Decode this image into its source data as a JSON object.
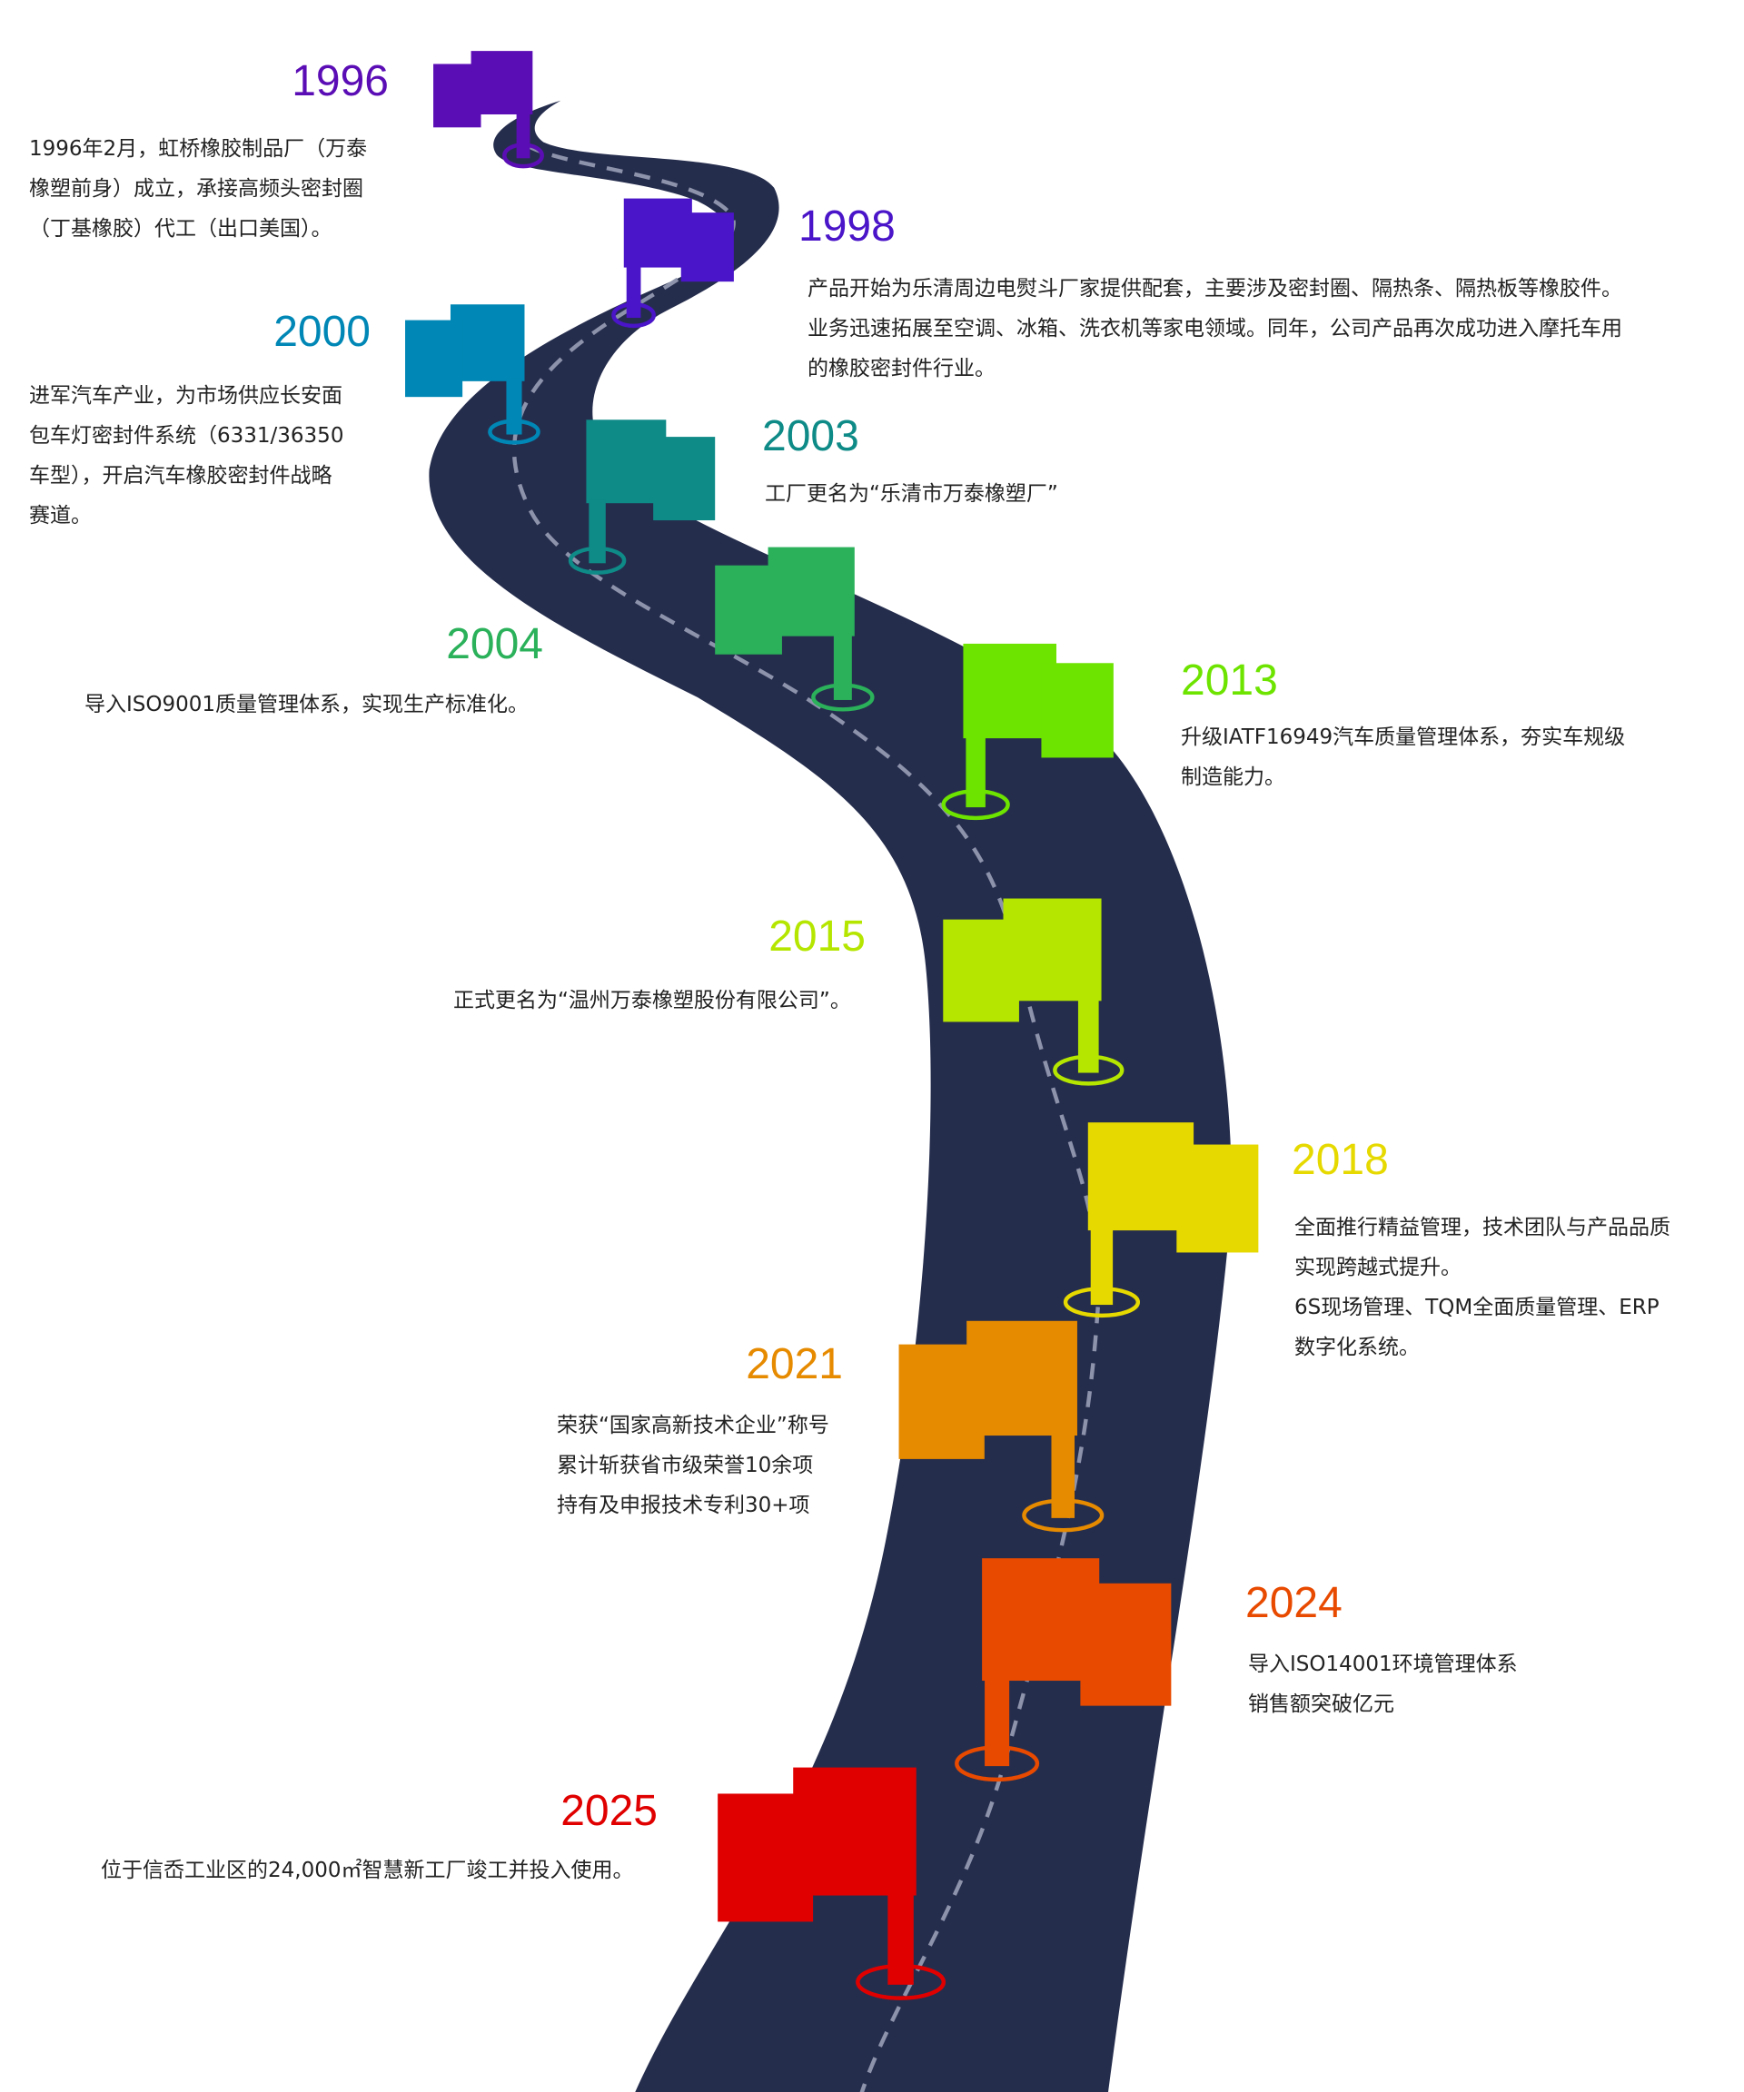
{
  "road": {
    "color": "#252d4d",
    "dash_color": "#8d93ab"
  },
  "events": [
    {
      "year": "1996",
      "color": "#5b0db5",
      "lines": [
        "1996年2月，虹桥橡胶制品厂（万泰",
        "橡塑前身）成立，承接高频头密封圈",
        "（丁基橡胶）代工（出口美国）。"
      ]
    },
    {
      "year": "1998",
      "color": "#4a14c8",
      "lines": [
        "产品开始为乐清周边电熨斗厂家提供配套，主要涉及密封圈、隔热条、隔热板等橡胶件。",
        "业务迅速拓展至空调、冰箱、洗衣机等家电领域。同年，公司产品再次成功进入摩托车用",
        "的橡胶密封件行业。"
      ]
    },
    {
      "year": "2000",
      "color": "#0087b5",
      "lines": [
        "进军汽车产业，为市场供应长安面",
        "包车灯密封件系统（6331/36350",
        "车型），开启汽车橡胶密封件战略",
        "赛道。"
      ]
    },
    {
      "year": "2003",
      "color": "#0e8a87",
      "lines": [
        "工厂更名为“乐清市万泰橡塑厂”"
      ]
    },
    {
      "year": "2004",
      "color": "#2ab15a",
      "lines": [
        "导入ISO9001质量管理体系，实现生产标准化。"
      ]
    },
    {
      "year": "2013",
      "color": "#6de300",
      "lines": [
        "升级IATF16949汽车质量管理体系，夯实车规级",
        "制造能力。"
      ]
    },
    {
      "year": "2015",
      "color": "#b4e600",
      "lines": [
        "正式更名为“温州万泰橡塑股份有限公司”。"
      ]
    },
    {
      "year": "2018",
      "color": "#e6d900",
      "lines": [
        "全面推行精益管理，技术团队与产品品质",
        "实现跨越式提升。",
        "6S现场管理、TQM全面质量管理、ERP",
        "数字化系统。"
      ]
    },
    {
      "year": "2021",
      "color": "#e68a00",
      "lines": [
        "荣获“国家高新技术企业”称号",
        "累计斩获省市级荣誉10余项",
        "持有及申报技术专利30+项"
      ]
    },
    {
      "year": "2024",
      "color": "#e84a00",
      "lines": [
        "导入ISO14001环境管理体系",
        "销售额突破亿元"
      ]
    },
    {
      "year": "2025",
      "color": "#e00000",
      "lines": [
        "位于信岙工业区的24,000㎡智慧新工厂竣工并投入使用。"
      ]
    }
  ]
}
